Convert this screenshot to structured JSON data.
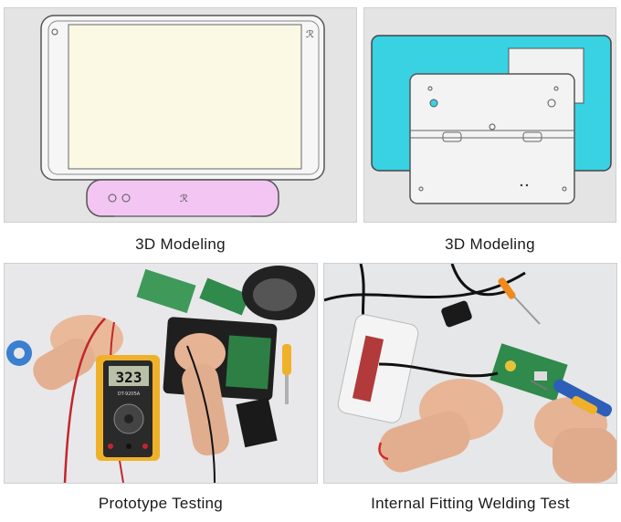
{
  "panels": [
    {
      "caption": "3D Modeling",
      "image": "cad-tablet-front-view"
    },
    {
      "caption": "3D Modeling",
      "image": "cad-tablet-rear-view"
    },
    {
      "caption": "Prototype Testing",
      "image": "photo-multimeter-testing"
    },
    {
      "caption": "Internal Fitting Welding Test",
      "image": "photo-soldering-board"
    }
  ],
  "multimeter": {
    "reading": "323",
    "model": "DT-9205A"
  }
}
